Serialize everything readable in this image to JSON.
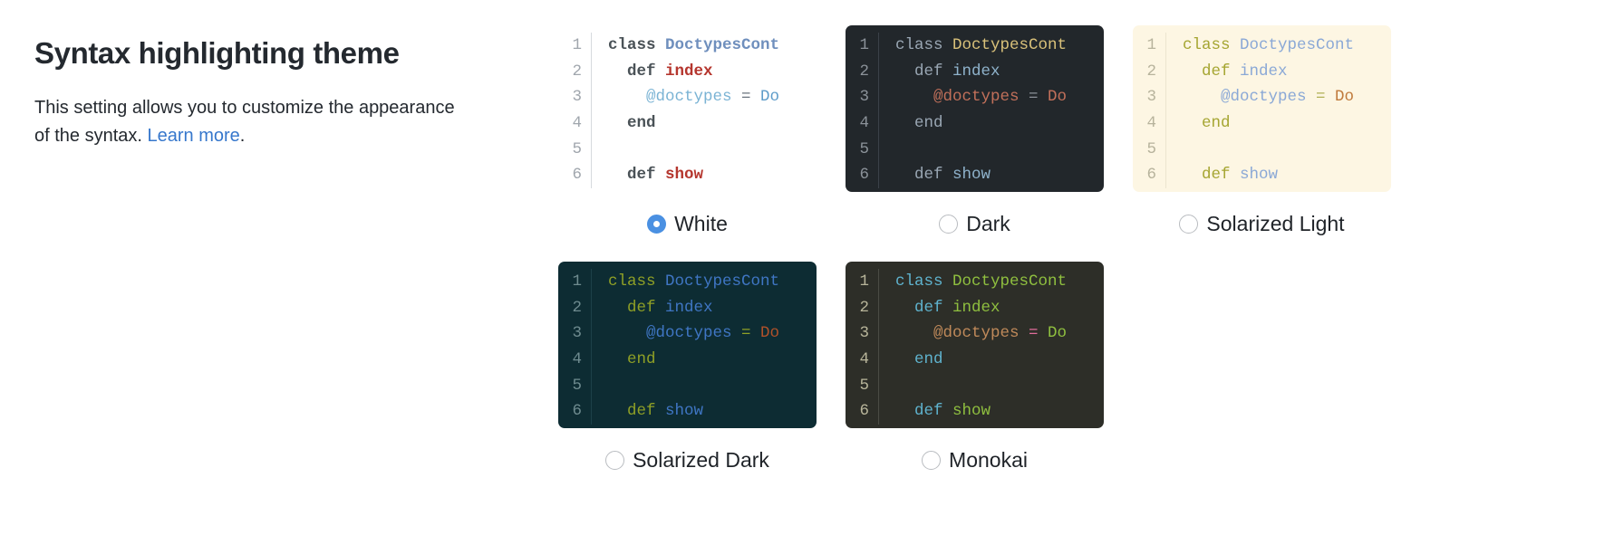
{
  "setting": {
    "title": "Syntax highlighting theme",
    "description_before": "This setting allows you to customize the appearance of the syntax. ",
    "link_label": "Learn more",
    "description_after": ".",
    "link_color": "#3677cc"
  },
  "code_sample": {
    "line_numbers": [
      "1",
      "2",
      "3",
      "4",
      "5",
      "6"
    ],
    "lines": [
      [
        {
          "t": "class ",
          "k": "kw"
        },
        {
          "t": "DoctypesCont",
          "k": "cls"
        }
      ],
      [
        {
          "t": "  ",
          "k": "plain"
        },
        {
          "t": "def ",
          "k": "kw"
        },
        {
          "t": "index",
          "k": "fn"
        }
      ],
      [
        {
          "t": "    ",
          "k": "plain"
        },
        {
          "t": "@doctypes",
          "k": "var"
        },
        {
          "t": " = ",
          "k": "op"
        },
        {
          "t": "Do",
          "k": "const"
        }
      ],
      [
        {
          "t": "  ",
          "k": "plain"
        },
        {
          "t": "end",
          "k": "kw"
        }
      ],
      [],
      [
        {
          "t": "  ",
          "k": "plain"
        },
        {
          "t": "def ",
          "k": "kw"
        },
        {
          "t": "show",
          "k": "fn"
        }
      ]
    ]
  },
  "themes": [
    {
      "id": "white",
      "label": "White",
      "selected": true,
      "class": "t-white",
      "background": "#ffffff"
    },
    {
      "id": "dark",
      "label": "Dark",
      "selected": false,
      "class": "t-dark",
      "background": "#22272b"
    },
    {
      "id": "solarized-light",
      "label": "Solarized Light",
      "selected": false,
      "class": "t-sollight",
      "background": "#fdf6e3"
    },
    {
      "id": "solarized-dark",
      "label": "Solarized Dark",
      "selected": false,
      "class": "t-soldark",
      "background": "#0d2c33"
    },
    {
      "id": "monokai",
      "label": "Monokai",
      "selected": false,
      "class": "t-monokai",
      "background": "#2d2e28"
    }
  ],
  "layout": {
    "row_1_theme_ids": [
      "white",
      "dark",
      "solarized-light"
    ],
    "row_2_theme_ids": [
      "solarized-dark",
      "monokai"
    ],
    "radio_selected_color": "#4a90e2",
    "radio_unselected_border": "#b9bcc0"
  }
}
